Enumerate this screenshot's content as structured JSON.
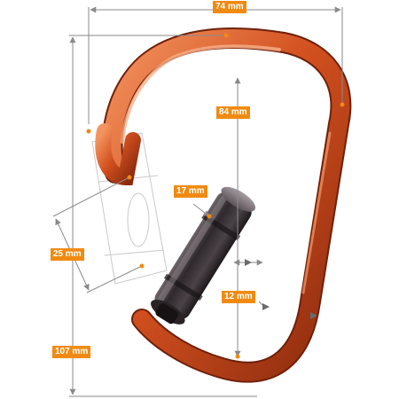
{
  "dimensions": {
    "width": "74 mm",
    "height": "107 mm",
    "inner_length": "84 mm",
    "gate_opening": "25 mm",
    "sleeve": "17 mm",
    "bar": "12 mm"
  },
  "colors": {
    "frame": "#d2501f",
    "frame_dark": "#8a2a0e",
    "frame_light": "#f39a6a",
    "sleeve": "#3b3438",
    "label_bg": "#f08a12",
    "dim_line": "#9a9a9a",
    "marker": "#f08a12"
  },
  "icons": {
    "arrowhead": "dimension-arrowhead-icon"
  }
}
